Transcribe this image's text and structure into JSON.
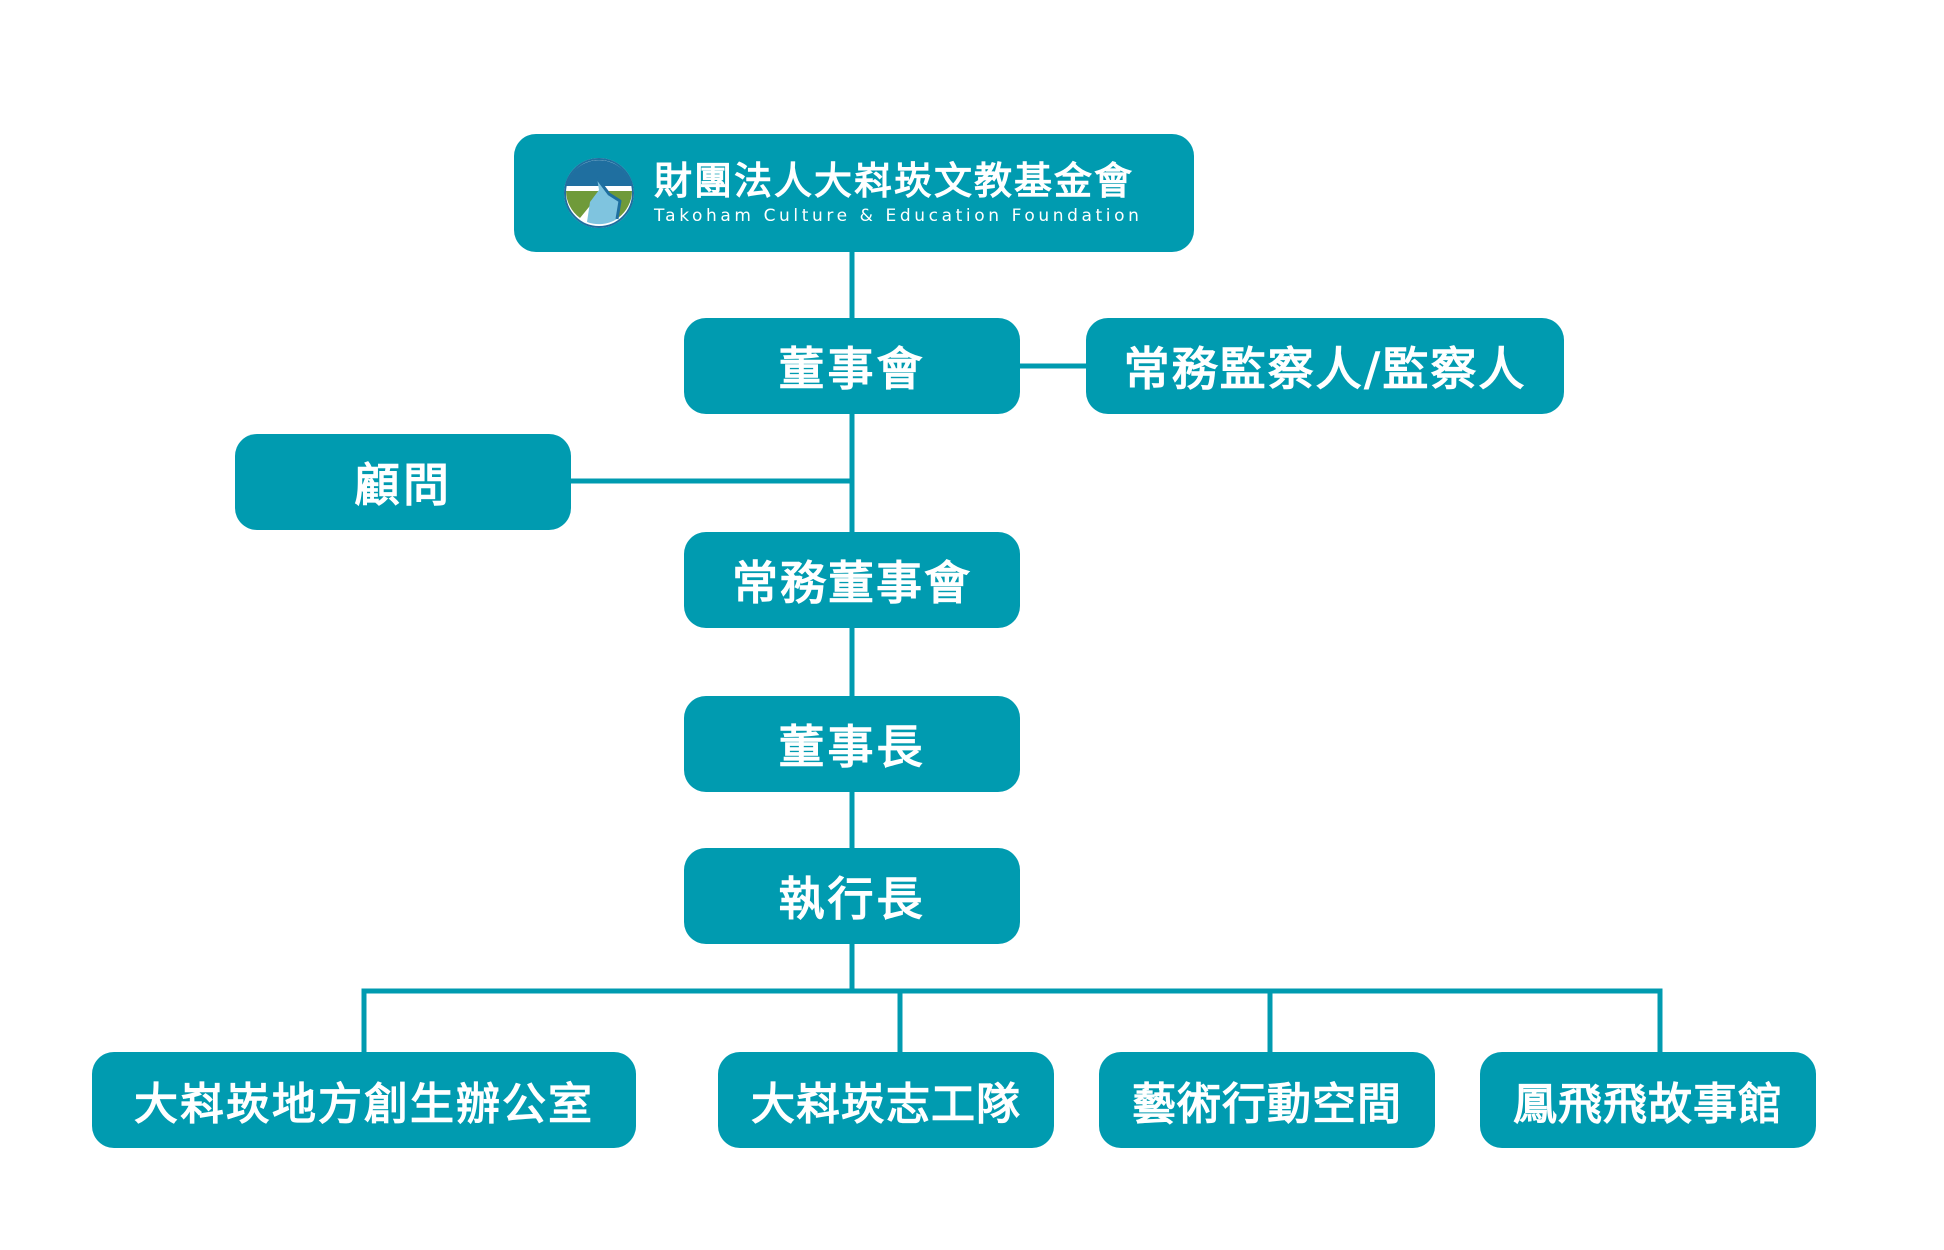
{
  "organization": {
    "title": "財團法人大嵙崁文教基金會",
    "subtitle": "Takoham Culture & Education Foundation"
  },
  "nodes": {
    "board": "董事會",
    "supervisor": "常務監察人/監察人",
    "advisor": "顧問",
    "standing_board": "常務董事會",
    "chairman": "董事長",
    "ceo": "執行長",
    "departments": [
      "大嵙崁地方創生辦公室",
      "大嵙崁志工隊",
      "藝術行動空間",
      "鳳飛飛故事館"
    ]
  },
  "colors": {
    "node_fill": "#009bb0",
    "connector": "#009bb0",
    "text": "#ffffff",
    "background": "#ffffff",
    "logo_blue": "#1f6fa0",
    "logo_green": "#6f9a3a",
    "logo_light_blue": "#7fc4df"
  },
  "icons": {
    "logo": "foundation-mountain-logo"
  }
}
